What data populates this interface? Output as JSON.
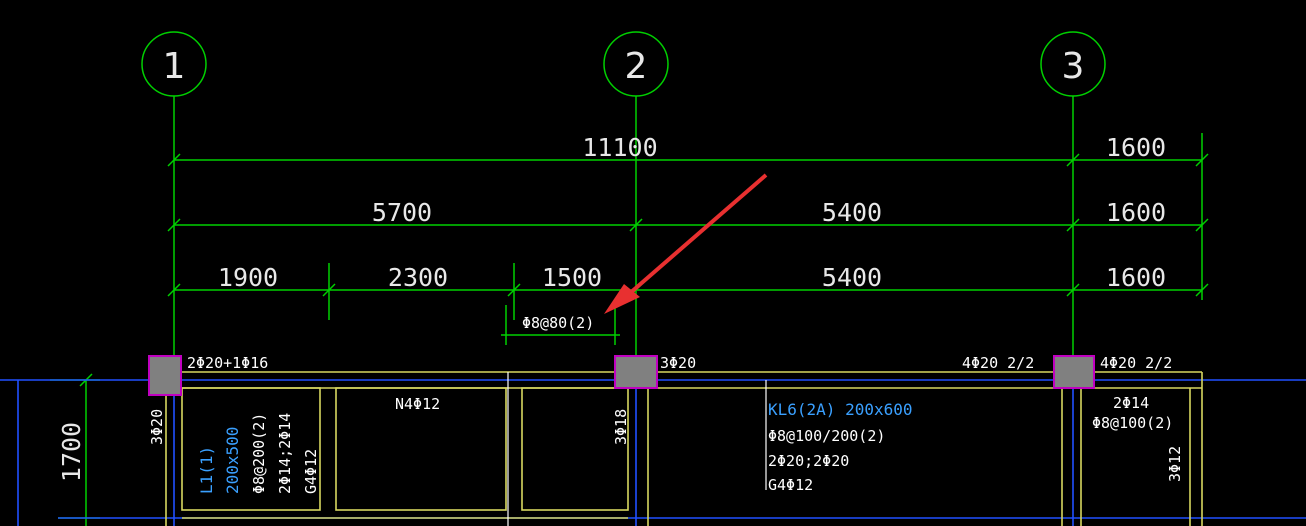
{
  "axes": [
    {
      "label": "1"
    },
    {
      "label": "2"
    },
    {
      "label": "3"
    }
  ],
  "dimensions": {
    "row1": [
      "11100",
      "1600"
    ],
    "row2": [
      "5700",
      "5400",
      "1600"
    ],
    "row3": [
      "1900",
      "2300",
      "1500",
      "5400",
      "1600"
    ],
    "vertical": "1700"
  },
  "annotations": {
    "stirrup_callout": "Φ8@80(2)",
    "left_top": "2Φ20+1Φ16",
    "mid_top": "3Φ20",
    "right_top_a": "4Φ20 2/2",
    "right_top_b": "4Φ20 2/2",
    "left_col": "3Φ20",
    "mid_col": "3Φ18",
    "right_col": "3Φ12",
    "n4": "N4Φ12",
    "l1": [
      "L1(1)",
      "200x500",
      "Φ8@200(2)",
      "2Φ14;2Φ14",
      "G4Φ12"
    ],
    "kl6": [
      "KL6(2A) 200x600",
      "Φ8@100/200(2)",
      "2Φ20;2Φ20",
      "G4Φ12"
    ],
    "right_box": [
      "2Φ14",
      "Φ8@100(2)"
    ]
  },
  "colors": {
    "background": "#000000",
    "dimension_lines": "#00d000",
    "beams": "#d8d860",
    "axis_lines": "#2050ff",
    "columns": "#808080",
    "column_border": "#c000c0",
    "arrow": "#e83030",
    "beam_label": "#3aa0ff"
  }
}
